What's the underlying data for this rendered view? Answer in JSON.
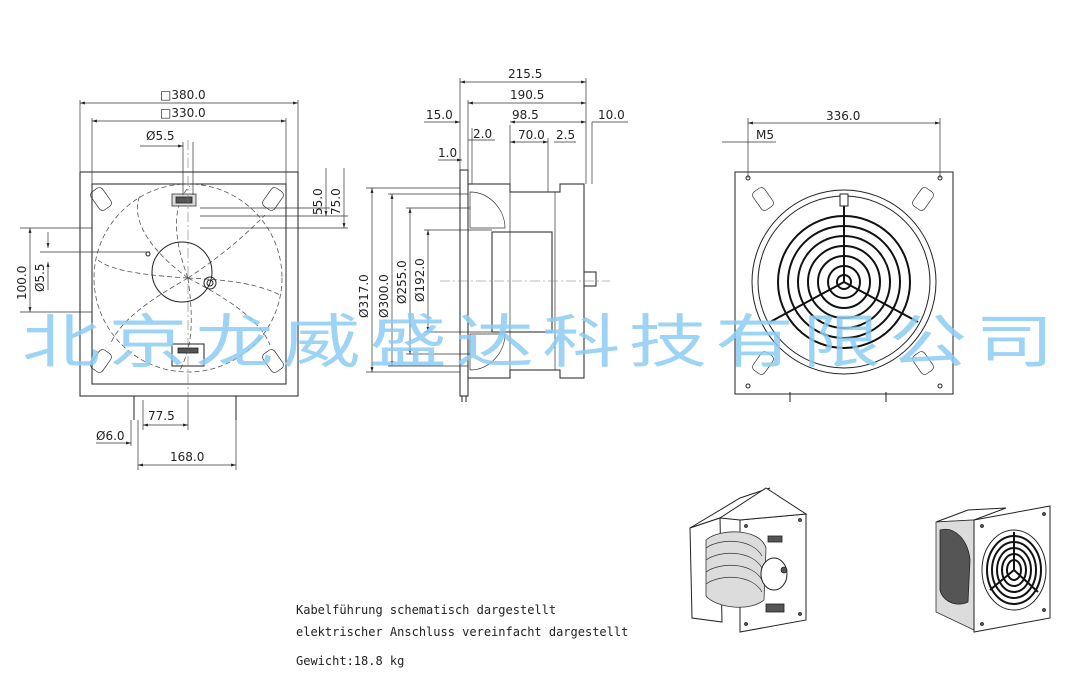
{
  "dimensions": {
    "front": {
      "sq380": "□380.0",
      "sq330": "□330.0",
      "dia55_top": "Ø5.5",
      "d55": "55.0",
      "d75": "75.0",
      "d100": "100.0",
      "dia55_left": "Ø5.5",
      "d775": "77.5",
      "dia60": "Ø6.0",
      "d168": "168.0"
    },
    "side": {
      "d2155": "215.5",
      "d1905": "190.5",
      "d150": "15.0",
      "d20": "2.0",
      "d985": "98.5",
      "d700": "70.0",
      "d25": "2.5",
      "d100": "10.0",
      "d10": "1.0",
      "dia317": "Ø317.0",
      "dia300": "Ø300.0",
      "dia255": "Ø255.0",
      "dia192": "Ø192.0"
    },
    "rear": {
      "d336": "336.0",
      "m5": "M5"
    }
  },
  "notes": {
    "line1": "Kabelführung schematisch dargestellt",
    "line2": "elektrischer Anschluss vereinfacht dargestellt",
    "weight": "Gewicht:18.8 kg"
  },
  "watermark": "北京龙威盛达科技有限公司",
  "colors": {
    "watermark": "#8ccbf2",
    "lines": "#222222"
  }
}
